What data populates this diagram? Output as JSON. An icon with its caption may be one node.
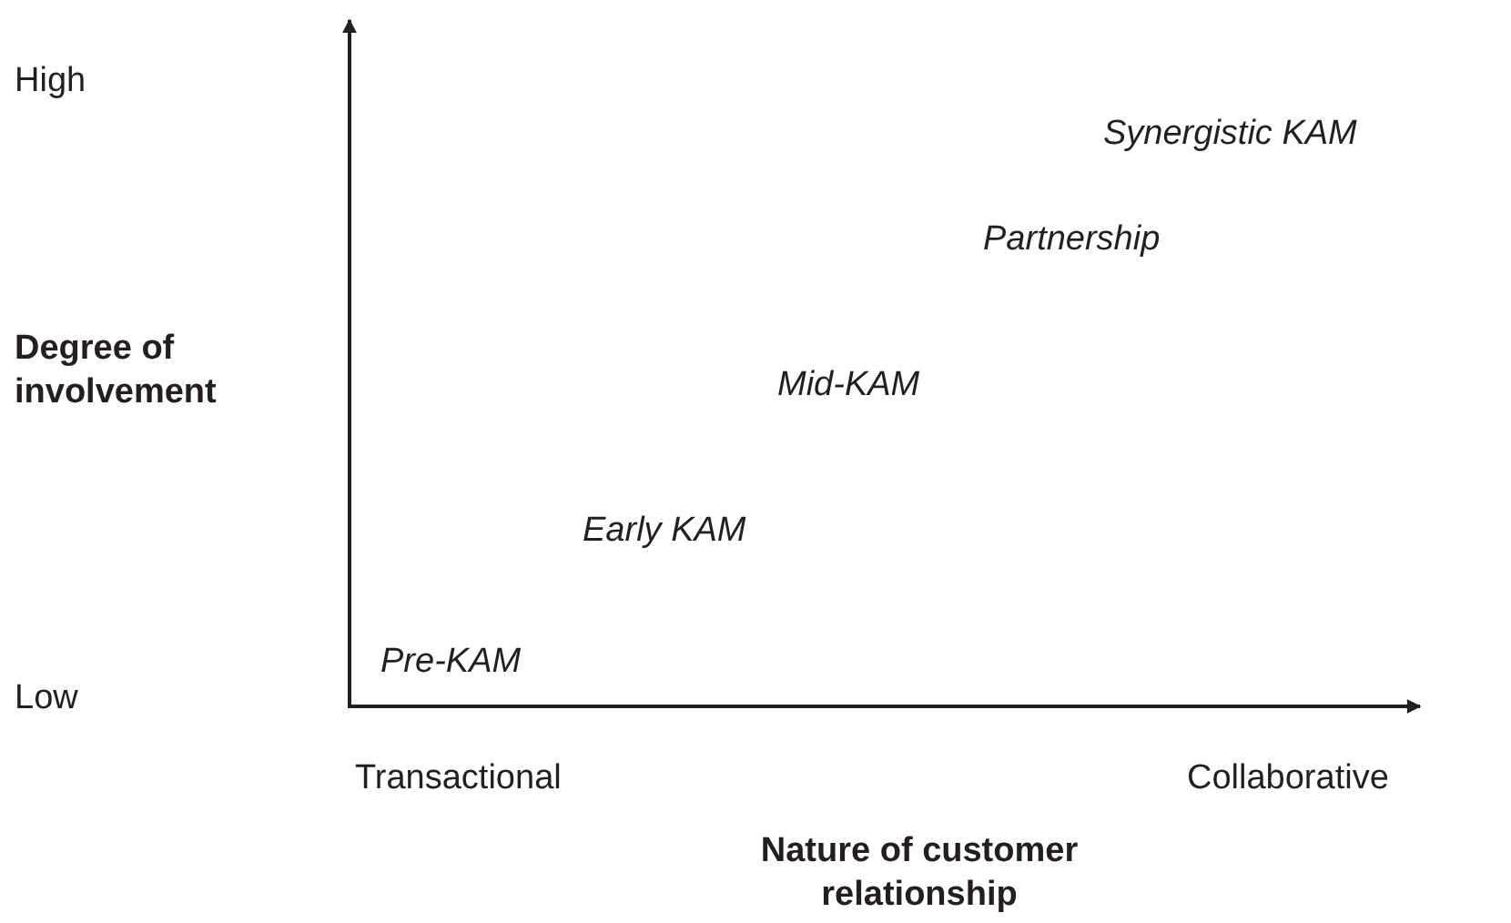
{
  "diagram": {
    "labels": [
      "High",
      "Synergistic KAM",
      "Partnership",
      "Degree of involvement",
      "Mid-KAM",
      "Early KAM",
      "Pre-KAM",
      "Low",
      "Transactional",
      "Collaborative",
      "Nature of customer relationship"
    ]
  }
}
